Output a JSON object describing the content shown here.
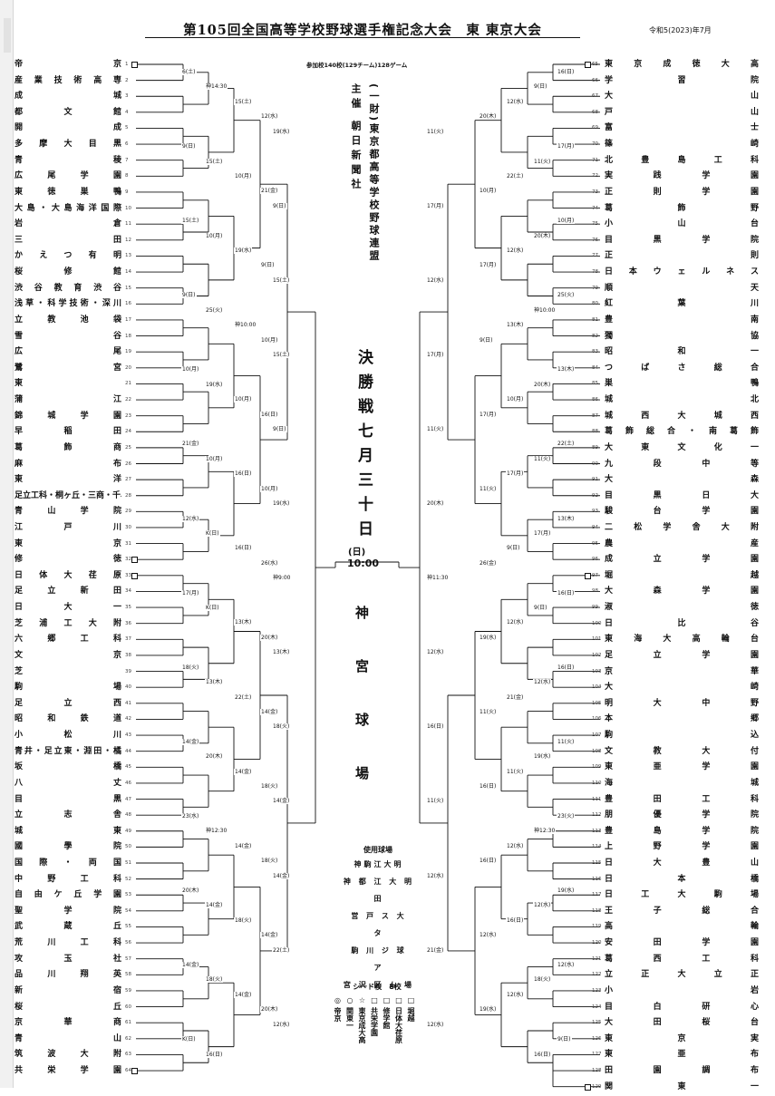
{
  "header": {
    "title": "第105回全国高等学校野球選手権記念大会　東 東京大会",
    "date": "令和5(2023)年7月",
    "participants": "参加校140校(129チーム)128ゲーム"
  },
  "organizers": {
    "line1": "主催 朝日新聞社",
    "line2": "(一財)東京都高等学校野球連盟"
  },
  "final": {
    "label": "決勝戦七月三十日",
    "day": "(日)",
    "time": "10:00",
    "venue": "神宮球場"
  },
  "venues": {
    "heading": "使用球場",
    "rows": [
      "神駒江大明",
      "神 都 江 大 明",
      "田",
      "営 戸 ス 大",
      "タ",
      "駒 川 ジ 球",
      "ア",
      "宮 沢 区 ム 場"
    ]
  },
  "seeds": {
    "heading": "シード校　8校",
    "columns": [
      {
        "mark": "◎",
        "chars": "帝京"
      },
      {
        "mark": "○",
        "chars": "関東一"
      },
      {
        "mark": "☆",
        "chars": "東京成大高"
      },
      {
        "mark": "□",
        "chars": "共栄学園"
      },
      {
        "mark": "□",
        "chars": "修学館"
      },
      {
        "mark": "□",
        "chars": "日体大荏原"
      },
      {
        "mark": "□",
        "chars": "堀越"
      }
    ]
  },
  "left_teams": [
    {
      "no": "1",
      "name": "帝京"
    },
    {
      "no": "2",
      "name": "産業技術高専"
    },
    {
      "no": "3",
      "name": "成城"
    },
    {
      "no": "4",
      "name": "都文館"
    },
    {
      "no": "5",
      "name": "開成"
    },
    {
      "no": "6",
      "name": "多摩大目黒"
    },
    {
      "no": "7",
      "name": "青稜"
    },
    {
      "no": "8",
      "name": "広尾学園"
    },
    {
      "no": "9",
      "name": "東徳巣鴨"
    },
    {
      "no": "10",
      "name": "大島・大島海洋国際"
    },
    {
      "no": "11",
      "name": "岩倉"
    },
    {
      "no": "12",
      "name": "三田"
    },
    {
      "no": "13",
      "name": "かえつ有明"
    },
    {
      "no": "14",
      "name": "桜修館"
    },
    {
      "no": "15",
      "name": "渋谷教育渋谷"
    },
    {
      "no": "16",
      "name": "浅草・科学技術・深川"
    },
    {
      "no": "17",
      "name": "立教池袋"
    },
    {
      "no": "18",
      "name": "雪谷"
    },
    {
      "no": "19",
      "name": "広尾"
    },
    {
      "no": "20",
      "name": "鷺宮"
    },
    {
      "no": "21",
      "name": "東"
    },
    {
      "no": "22",
      "name": "蒲江"
    },
    {
      "no": "23",
      "name": "錦城学園"
    },
    {
      "no": "24",
      "name": "早稲田"
    },
    {
      "no": "25",
      "name": "葛飾商"
    },
    {
      "no": "26",
      "name": "麻布"
    },
    {
      "no": "27",
      "name": "東洋"
    },
    {
      "no": "28",
      "name": "足立工科・桐ヶ丘・三商・千早"
    },
    {
      "no": "29",
      "name": "青山学院"
    },
    {
      "no": "30",
      "name": "江戸川"
    },
    {
      "no": "31",
      "name": "東京"
    },
    {
      "no": "32",
      "name": "修徳"
    },
    {
      "no": "33",
      "name": "日体大荏原"
    },
    {
      "no": "34",
      "name": "足立新田"
    },
    {
      "no": "35",
      "name": "日大一"
    },
    {
      "no": "36",
      "name": "芝浦工大附"
    },
    {
      "no": "37",
      "name": "六郷工科"
    },
    {
      "no": "38",
      "name": "文京"
    },
    {
      "no": "39",
      "name": "芝"
    },
    {
      "no": "40",
      "name": "駒場"
    },
    {
      "no": "41",
      "name": "足立西"
    },
    {
      "no": "42",
      "name": "昭和鉄道"
    },
    {
      "no": "43",
      "name": "小松川"
    },
    {
      "no": "44",
      "name": "青井・足立東・淵田・橘"
    },
    {
      "no": "45",
      "name": "坂橋"
    },
    {
      "no": "46",
      "name": "八丈"
    },
    {
      "no": "47",
      "name": "目黒"
    },
    {
      "no": "48",
      "name": "立志舎"
    },
    {
      "no": "49",
      "name": "城東"
    },
    {
      "no": "50",
      "name": "國學院"
    },
    {
      "no": "51",
      "name": "国際・両国"
    },
    {
      "no": "52",
      "name": "中野工科"
    },
    {
      "no": "53",
      "name": "自由ケ丘学園"
    },
    {
      "no": "54",
      "name": "聖学院"
    },
    {
      "no": "55",
      "name": "武蔵丘"
    },
    {
      "no": "56",
      "name": "荒川工科"
    },
    {
      "no": "57",
      "name": "攻玉社"
    },
    {
      "no": "58",
      "name": "品川翔英"
    },
    {
      "no": "59",
      "name": "新宿"
    },
    {
      "no": "60",
      "name": "桜丘"
    },
    {
      "no": "61",
      "name": "京華商"
    },
    {
      "no": "62",
      "name": "青山"
    },
    {
      "no": "63",
      "name": "筑波大附"
    },
    {
      "no": "64",
      "name": "共栄学園"
    }
  ],
  "right_teams": [
    {
      "no": "65",
      "name": "東京成徳大高"
    },
    {
      "no": "66",
      "name": "学習院"
    },
    {
      "no": "67",
      "name": "大山"
    },
    {
      "no": "68",
      "name": "戸山"
    },
    {
      "no": "69",
      "name": "富士"
    },
    {
      "no": "70",
      "name": "篠崎"
    },
    {
      "no": "71",
      "name": "北豊島工科"
    },
    {
      "no": "72",
      "name": "実践学園"
    },
    {
      "no": "73",
      "name": "正則学園"
    },
    {
      "no": "74",
      "name": "葛飾野"
    },
    {
      "no": "75",
      "name": "小山台"
    },
    {
      "no": "76",
      "name": "目黒学院"
    },
    {
      "no": "77",
      "name": "正則"
    },
    {
      "no": "78",
      "name": "日本ウェルネス"
    },
    {
      "no": "79",
      "name": "順天"
    },
    {
      "no": "80",
      "name": "紅葉川"
    },
    {
      "no": "81",
      "name": "豊南"
    },
    {
      "no": "82",
      "name": "獨協"
    },
    {
      "no": "83",
      "name": "昭和一"
    },
    {
      "no": "84",
      "name": "つばさ総合"
    },
    {
      "no": "85",
      "name": "巣鴨"
    },
    {
      "no": "86",
      "name": "城北"
    },
    {
      "no": "87",
      "name": "城西大城西"
    },
    {
      "no": "88",
      "name": "葛飾総合・南葛飾"
    },
    {
      "no": "89",
      "name": "大東文化一"
    },
    {
      "no": "90",
      "name": "九段中等"
    },
    {
      "no": "91",
      "name": "大森"
    },
    {
      "no": "92",
      "name": "目黒日大"
    },
    {
      "no": "93",
      "name": "駿台学園"
    },
    {
      "no": "94",
      "name": "二松学舎大附"
    },
    {
      "no": "95",
      "name": "農産"
    },
    {
      "no": "96",
      "name": "成立学園"
    },
    {
      "no": "97",
      "name": "堀越"
    },
    {
      "no": "98",
      "name": "大森学園"
    },
    {
      "no": "99",
      "name": "淑徳"
    },
    {
      "no": "100",
      "name": "日比谷"
    },
    {
      "no": "101",
      "name": "東海大高輪台"
    },
    {
      "no": "102",
      "name": "足立学園"
    },
    {
      "no": "103",
      "name": "京華"
    },
    {
      "no": "104",
      "name": "大崎"
    },
    {
      "no": "105",
      "name": "明大中野"
    },
    {
      "no": "106",
      "name": "本郷"
    },
    {
      "no": "107",
      "name": "駒込"
    },
    {
      "no": "108",
      "name": "文教大付"
    },
    {
      "no": "109",
      "name": "東亜学園"
    },
    {
      "no": "110",
      "name": "海城"
    },
    {
      "no": "111",
      "name": "豊田工科"
    },
    {
      "no": "112",
      "name": "朋優学院"
    },
    {
      "no": "113",
      "name": "豊島学院"
    },
    {
      "no": "114",
      "name": "上野学園"
    },
    {
      "no": "115",
      "name": "日大豊山"
    },
    {
      "no": "116",
      "name": "日本橋"
    },
    {
      "no": "117",
      "name": "日工大駒場"
    },
    {
      "no": "118",
      "name": "王子総合"
    },
    {
      "no": "119",
      "name": "高輪"
    },
    {
      "no": "120",
      "name": "安田学園"
    },
    {
      "no": "121",
      "name": "葛西工科"
    },
    {
      "no": "122",
      "name": "立正大立正"
    },
    {
      "no": "123",
      "name": "小岩"
    },
    {
      "no": "124",
      "name": "目白研心"
    },
    {
      "no": "125",
      "name": "大田桜台"
    },
    {
      "no": "126",
      "name": "東京実"
    },
    {
      "no": "127",
      "name": "東亜布"
    },
    {
      "no": "128",
      "name": "田園調布"
    },
    {
      "no": "129",
      "name": "関東一"
    }
  ],
  "game_labels": {
    "left": [
      {
        "text": "6(土)"
      },
      {
        "text": "神14:30"
      },
      {
        "text": "15(土)"
      },
      {
        "text": "12(水)"
      },
      {
        "text": "19(水)"
      },
      {
        "text": "9(日)"
      },
      {
        "text": "15(土)"
      },
      {
        "text": "10(月)"
      },
      {
        "text": "21(金)"
      },
      {
        "text": "9(日)"
      },
      {
        "text": "15(土)"
      },
      {
        "text": "10(月)"
      },
      {
        "text": "19(水)"
      },
      {
        "text": "9(日)"
      },
      {
        "text": "15(土)"
      },
      {
        "text": "9(日)"
      },
      {
        "text": "25(火)"
      },
      {
        "text": "神10:00"
      },
      {
        "text": "10(月)"
      },
      {
        "text": "15(土)"
      },
      {
        "text": "10(月)"
      },
      {
        "text": "19(水)"
      },
      {
        "text": "10(月)"
      },
      {
        "text": "16(日)"
      },
      {
        "text": "9(日)"
      },
      {
        "text": "21(金)"
      },
      {
        "text": "10(月)"
      },
      {
        "text": "16(日)"
      },
      {
        "text": "10(月)"
      },
      {
        "text": "19(水)"
      },
      {
        "text": "12(水)"
      },
      {
        "text": "K(日)"
      },
      {
        "text": "16(日)"
      },
      {
        "text": "26(水)"
      },
      {
        "text": "神9:00"
      },
      {
        "text": "17(月)"
      },
      {
        "text": "K(日)"
      },
      {
        "text": "13(木)"
      },
      {
        "text": "20(木)"
      },
      {
        "text": "13(木)"
      },
      {
        "text": "18(火)"
      },
      {
        "text": "13(木)"
      },
      {
        "text": "22(土)"
      },
      {
        "text": "14(金)"
      },
      {
        "text": "18(火)"
      },
      {
        "text": "14(金)"
      },
      {
        "text": "20(木)"
      },
      {
        "text": "14(金)"
      },
      {
        "text": "18(火)"
      },
      {
        "text": "14(金)"
      },
      {
        "text": "23(水)"
      },
      {
        "text": "神12:30"
      },
      {
        "text": "14(金)"
      },
      {
        "text": "18(火)"
      },
      {
        "text": "14(金)"
      },
      {
        "text": "20(木)"
      },
      {
        "text": "14(金)"
      },
      {
        "text": "18(火)"
      },
      {
        "text": "14(金)"
      },
      {
        "text": "22(土)"
      },
      {
        "text": "14(金)"
      },
      {
        "text": "18(火)"
      },
      {
        "text": "14(金)"
      },
      {
        "text": "20(木)"
      },
      {
        "text": "12(水)"
      },
      {
        "text": "K(日)"
      },
      {
        "text": "16(日)"
      }
    ],
    "right": [
      {
        "text": "16(日)"
      },
      {
        "text": "9(日)"
      },
      {
        "text": "12(水)"
      },
      {
        "text": "20(木)"
      },
      {
        "text": "11(火)"
      },
      {
        "text": "17(月)"
      },
      {
        "text": "11(火)"
      },
      {
        "text": "22(土)"
      },
      {
        "text": "10(月)"
      },
      {
        "text": "17(月)"
      },
      {
        "text": "10(月)"
      },
      {
        "text": "20(木)"
      },
      {
        "text": "12(水)"
      },
      {
        "text": "17(月)"
      },
      {
        "text": "12(水)"
      },
      {
        "text": "25(火)"
      },
      {
        "text": "神10:00"
      },
      {
        "text": "13(木)"
      },
      {
        "text": "9(日)"
      },
      {
        "text": "17(月)"
      },
      {
        "text": "13(木)"
      },
      {
        "text": "20(木)"
      },
      {
        "text": "10(月)"
      },
      {
        "text": "17(月)"
      },
      {
        "text": "11(火)"
      },
      {
        "text": "22(土)"
      },
      {
        "text": "11(火)"
      },
      {
        "text": "17(月)"
      },
      {
        "text": "11(火)"
      },
      {
        "text": "20(木)"
      },
      {
        "text": "13(木)"
      },
      {
        "text": "17(月)"
      },
      {
        "text": "9(日)"
      },
      {
        "text": "26(金)"
      },
      {
        "text": "神11:30"
      },
      {
        "text": "16(日)"
      },
      {
        "text": "9(日)"
      },
      {
        "text": "12(水)"
      },
      {
        "text": "19(水)"
      },
      {
        "text": "12(水)"
      },
      {
        "text": "16(日)"
      },
      {
        "text": "12(水)"
      },
      {
        "text": "21(金)"
      },
      {
        "text": "11(火)"
      },
      {
        "text": "16(日)"
      },
      {
        "text": "11(火)"
      },
      {
        "text": "19(水)"
      },
      {
        "text": "11(火)"
      },
      {
        "text": "16(日)"
      },
      {
        "text": "11(火)"
      },
      {
        "text": "23(火)"
      },
      {
        "text": "神12:30"
      },
      {
        "text": "12(水)"
      },
      {
        "text": "16(日)"
      },
      {
        "text": "12(水)"
      },
      {
        "text": "19(水)"
      },
      {
        "text": "12(水)"
      },
      {
        "text": "16(日)"
      },
      {
        "text": "12(水)"
      },
      {
        "text": "21(金)"
      },
      {
        "text": "12(水)"
      },
      {
        "text": "18(火)"
      },
      {
        "text": "12(水)"
      },
      {
        "text": "19(水)"
      },
      {
        "text": "12(水)"
      },
      {
        "text": "9(日)"
      },
      {
        "text": "16(日)"
      }
    ]
  },
  "colors": {
    "ink": "#111111",
    "paper": "#ffffff"
  }
}
